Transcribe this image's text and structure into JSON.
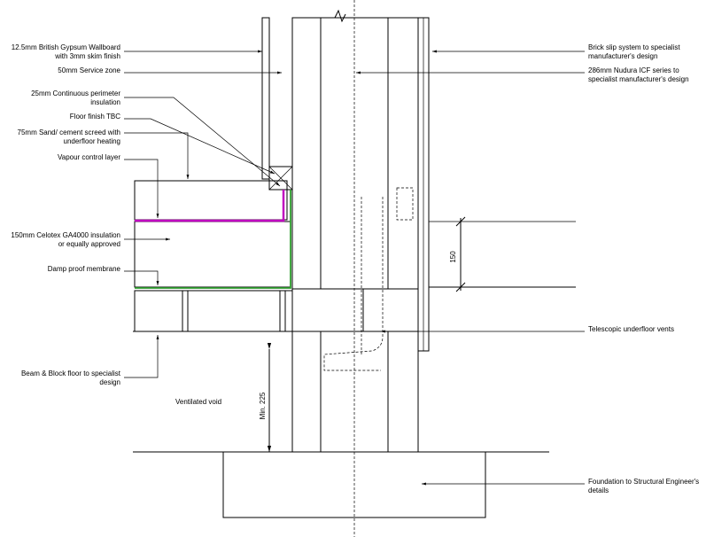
{
  "labels_left": [
    {
      "id": "wallboard",
      "lines": [
        "12.5mm British Gypsum Wallboard",
        "with 3mm skim finish"
      ]
    },
    {
      "id": "service",
      "lines": [
        "50mm Service zone"
      ]
    },
    {
      "id": "perimeter",
      "lines": [
        "25mm Continuous perimeter",
        "insulation"
      ]
    },
    {
      "id": "floorfinish",
      "lines": [
        "Floor finish TBC"
      ]
    },
    {
      "id": "screed",
      "lines": [
        "75mm Sand/ cement screed with",
        "underfloor heating"
      ]
    },
    {
      "id": "vcl",
      "lines": [
        "Vapour control layer"
      ]
    },
    {
      "id": "celotex",
      "lines": [
        "150mm Celotex GA4000 insulation",
        "or equally approved"
      ]
    },
    {
      "id": "dpm",
      "lines": [
        "Damp proof membrane"
      ]
    },
    {
      "id": "beam",
      "lines": [
        "Beam & Block floor to specialist",
        "design"
      ]
    }
  ],
  "labels_right": [
    {
      "id": "brickslip",
      "lines": [
        "Brick slip system to specialist",
        "manufacturer's design"
      ]
    },
    {
      "id": "icf",
      "lines": [
        "286mm Nudura ICF series to",
        "specialist manufacturer's design"
      ]
    },
    {
      "id": "vents",
      "lines": [
        "Telescopic underfloor vents"
      ]
    },
    {
      "id": "foundation",
      "lines": [
        "Foundation to Structural Engineer's",
        "details"
      ]
    }
  ],
  "void_label": "Ventilated void",
  "dim_150": "150",
  "dim_225": "Min. 225",
  "colors": {
    "vcl": "#c000c0",
    "dpm": "#2e9e2e",
    "line": "#000000"
  }
}
